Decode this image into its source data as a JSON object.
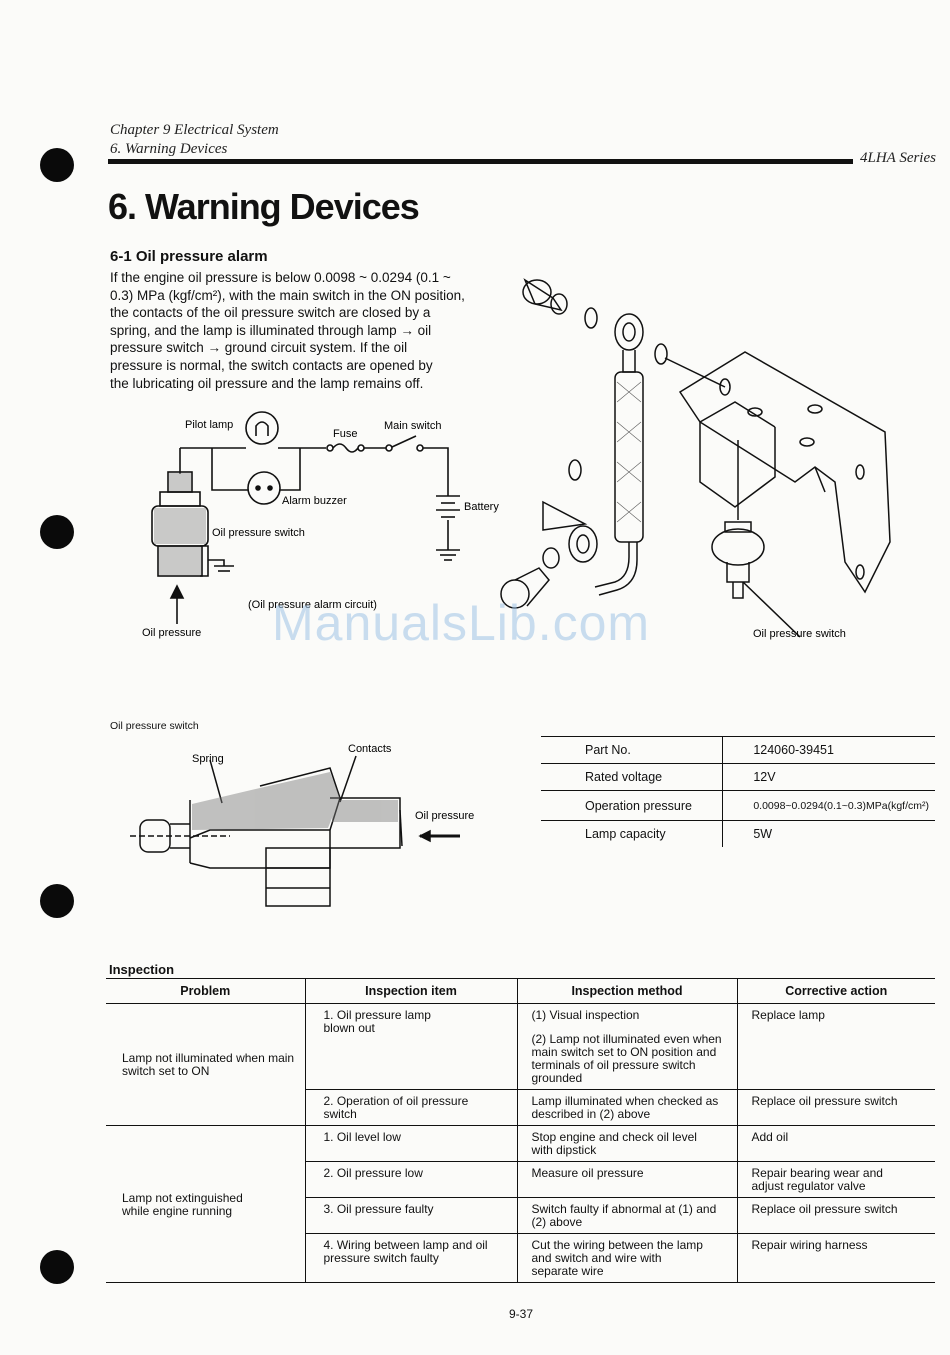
{
  "header": {
    "chapter": "Chapter 9 Electrical System",
    "section": "6. Warning Devices",
    "series": "4LHA Series"
  },
  "page_title": "6. Warning Devices",
  "oil_alarm": {
    "heading": "6-1 Oil pressure alarm",
    "lines": [
      "If the engine oil pressure is below 0.0098 ~ 0.0294 (0.1 ~",
      "0.3) MPa (kgf/cm²), with the main switch in the ON position,",
      "the contacts of the oil pressure switch are closed by a",
      "spring, and the lamp is illuminated through lamp → oil",
      "pressure switch → ground circuit system. If the oil",
      "pressure is normal, the switch contacts are opened by",
      "the lubricating oil pressure and the lamp remains off."
    ]
  },
  "circuit": {
    "pilot_lamp": "Pilot lamp",
    "fuse": "Fuse",
    "main_switch": "Main switch",
    "alarm_buzzer": "Alarm buzzer",
    "battery": "Battery",
    "oil_pressure_switch": "Oil pressure switch",
    "caption": "(Oil pressure alarm circuit)",
    "oil_pressure": "Oil pressure"
  },
  "assembly": {
    "oil_pressure_switch": "Oil pressure switch"
  },
  "watermark": "ManualsLib.com",
  "switch_section": {
    "title": "Oil pressure switch",
    "spring": "Spring",
    "contacts": "Contacts",
    "oil_pressure": "Oil pressure"
  },
  "specs": [
    {
      "label": "Part No.",
      "value": "124060-39451"
    },
    {
      "label": "Rated voltage",
      "value": "12V"
    },
    {
      "label": "Operation pressure",
      "value": "0.0098~0.0294(0.1~0.3)MPa(kgf/cm²)"
    },
    {
      "label": "Lamp capacity",
      "value": "5W"
    }
  ],
  "inspection": {
    "title": "Inspection",
    "headers": [
      "Problem",
      "Inspection item",
      "Inspection method",
      "Corrective action"
    ],
    "group1": {
      "problem": "Lamp not illuminated when main switch set to ON",
      "rows": [
        {
          "item": "1. Oil pressure lamp blown out",
          "method1": "(1) Visual inspection",
          "method2": "(2) Lamp not illuminated even when main switch set to ON position and terminals of oil pressure switch grounded",
          "action": "Replace lamp"
        },
        {
          "item": "2. Operation of oil pressure switch",
          "method": "Lamp illuminated when checked as described in (2) above",
          "action": "Replace oil pressure switch"
        }
      ]
    },
    "group2": {
      "problem": "Lamp not extinguished while engine running",
      "rows": [
        {
          "item": "1. Oil level low",
          "method": "Stop engine and check oil level with dipstick",
          "action": "Add oil"
        },
        {
          "item": "2. Oil pressure low",
          "method": "Measure oil pressure",
          "action": "Repair bearing wear and adjust regulator valve"
        },
        {
          "item": "3. Oil pressure faulty",
          "method": "Switch faulty if abnormal at (1) and (2) above",
          "action": "Replace oil pressure switch"
        },
        {
          "item": "4. Wiring between lamp and oil pressure switch faulty",
          "method": "Cut the wiring between the lamp and switch and wire with separate wire",
          "action": "Repair wiring harness"
        }
      ]
    }
  },
  "page_number": "9-37"
}
